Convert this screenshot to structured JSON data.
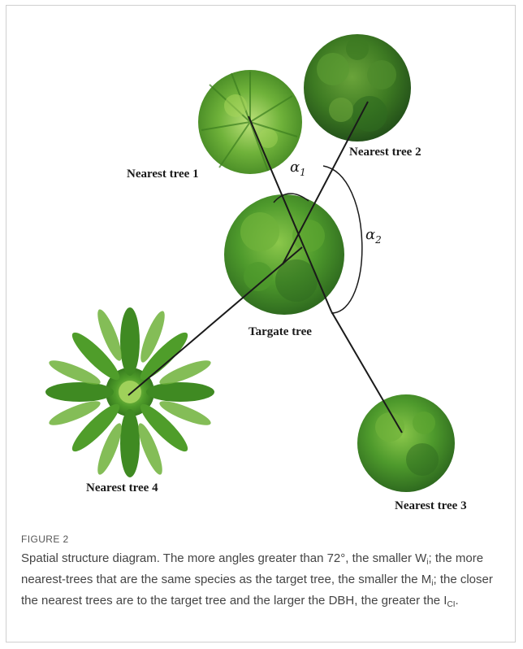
{
  "figure": {
    "labels": {
      "nearest_tree_1": "Nearest tree 1",
      "nearest_tree_2": "Nearest tree 2",
      "nearest_tree_3": "Nearest tree 3",
      "nearest_tree_4": "Nearest tree 4",
      "target_tree": "Targate tree"
    },
    "angles": {
      "alpha1": {
        "symbol": "α",
        "subscript": "1"
      },
      "alpha2": {
        "symbol": "α",
        "subscript": "2"
      }
    },
    "colors": {
      "tree_dark": "#2f6b1f",
      "tree_mid": "#4e9a2c",
      "tree_light": "#8cc84b",
      "line": "#1a1a1a"
    }
  },
  "caption": {
    "heading": "FIGURE 2",
    "part1": "Spatial structure diagram. The more angles greater than 72°, the smaller W",
    "sub1": "i",
    "part2": "; the more nearest-trees that are the same species as the target tree, the smaller the M",
    "sub2": "i",
    "part3": "; the closer the nearest trees are to the target tree and the larger the DBH, the greater the I",
    "sub3": "CI",
    "part4": "."
  }
}
